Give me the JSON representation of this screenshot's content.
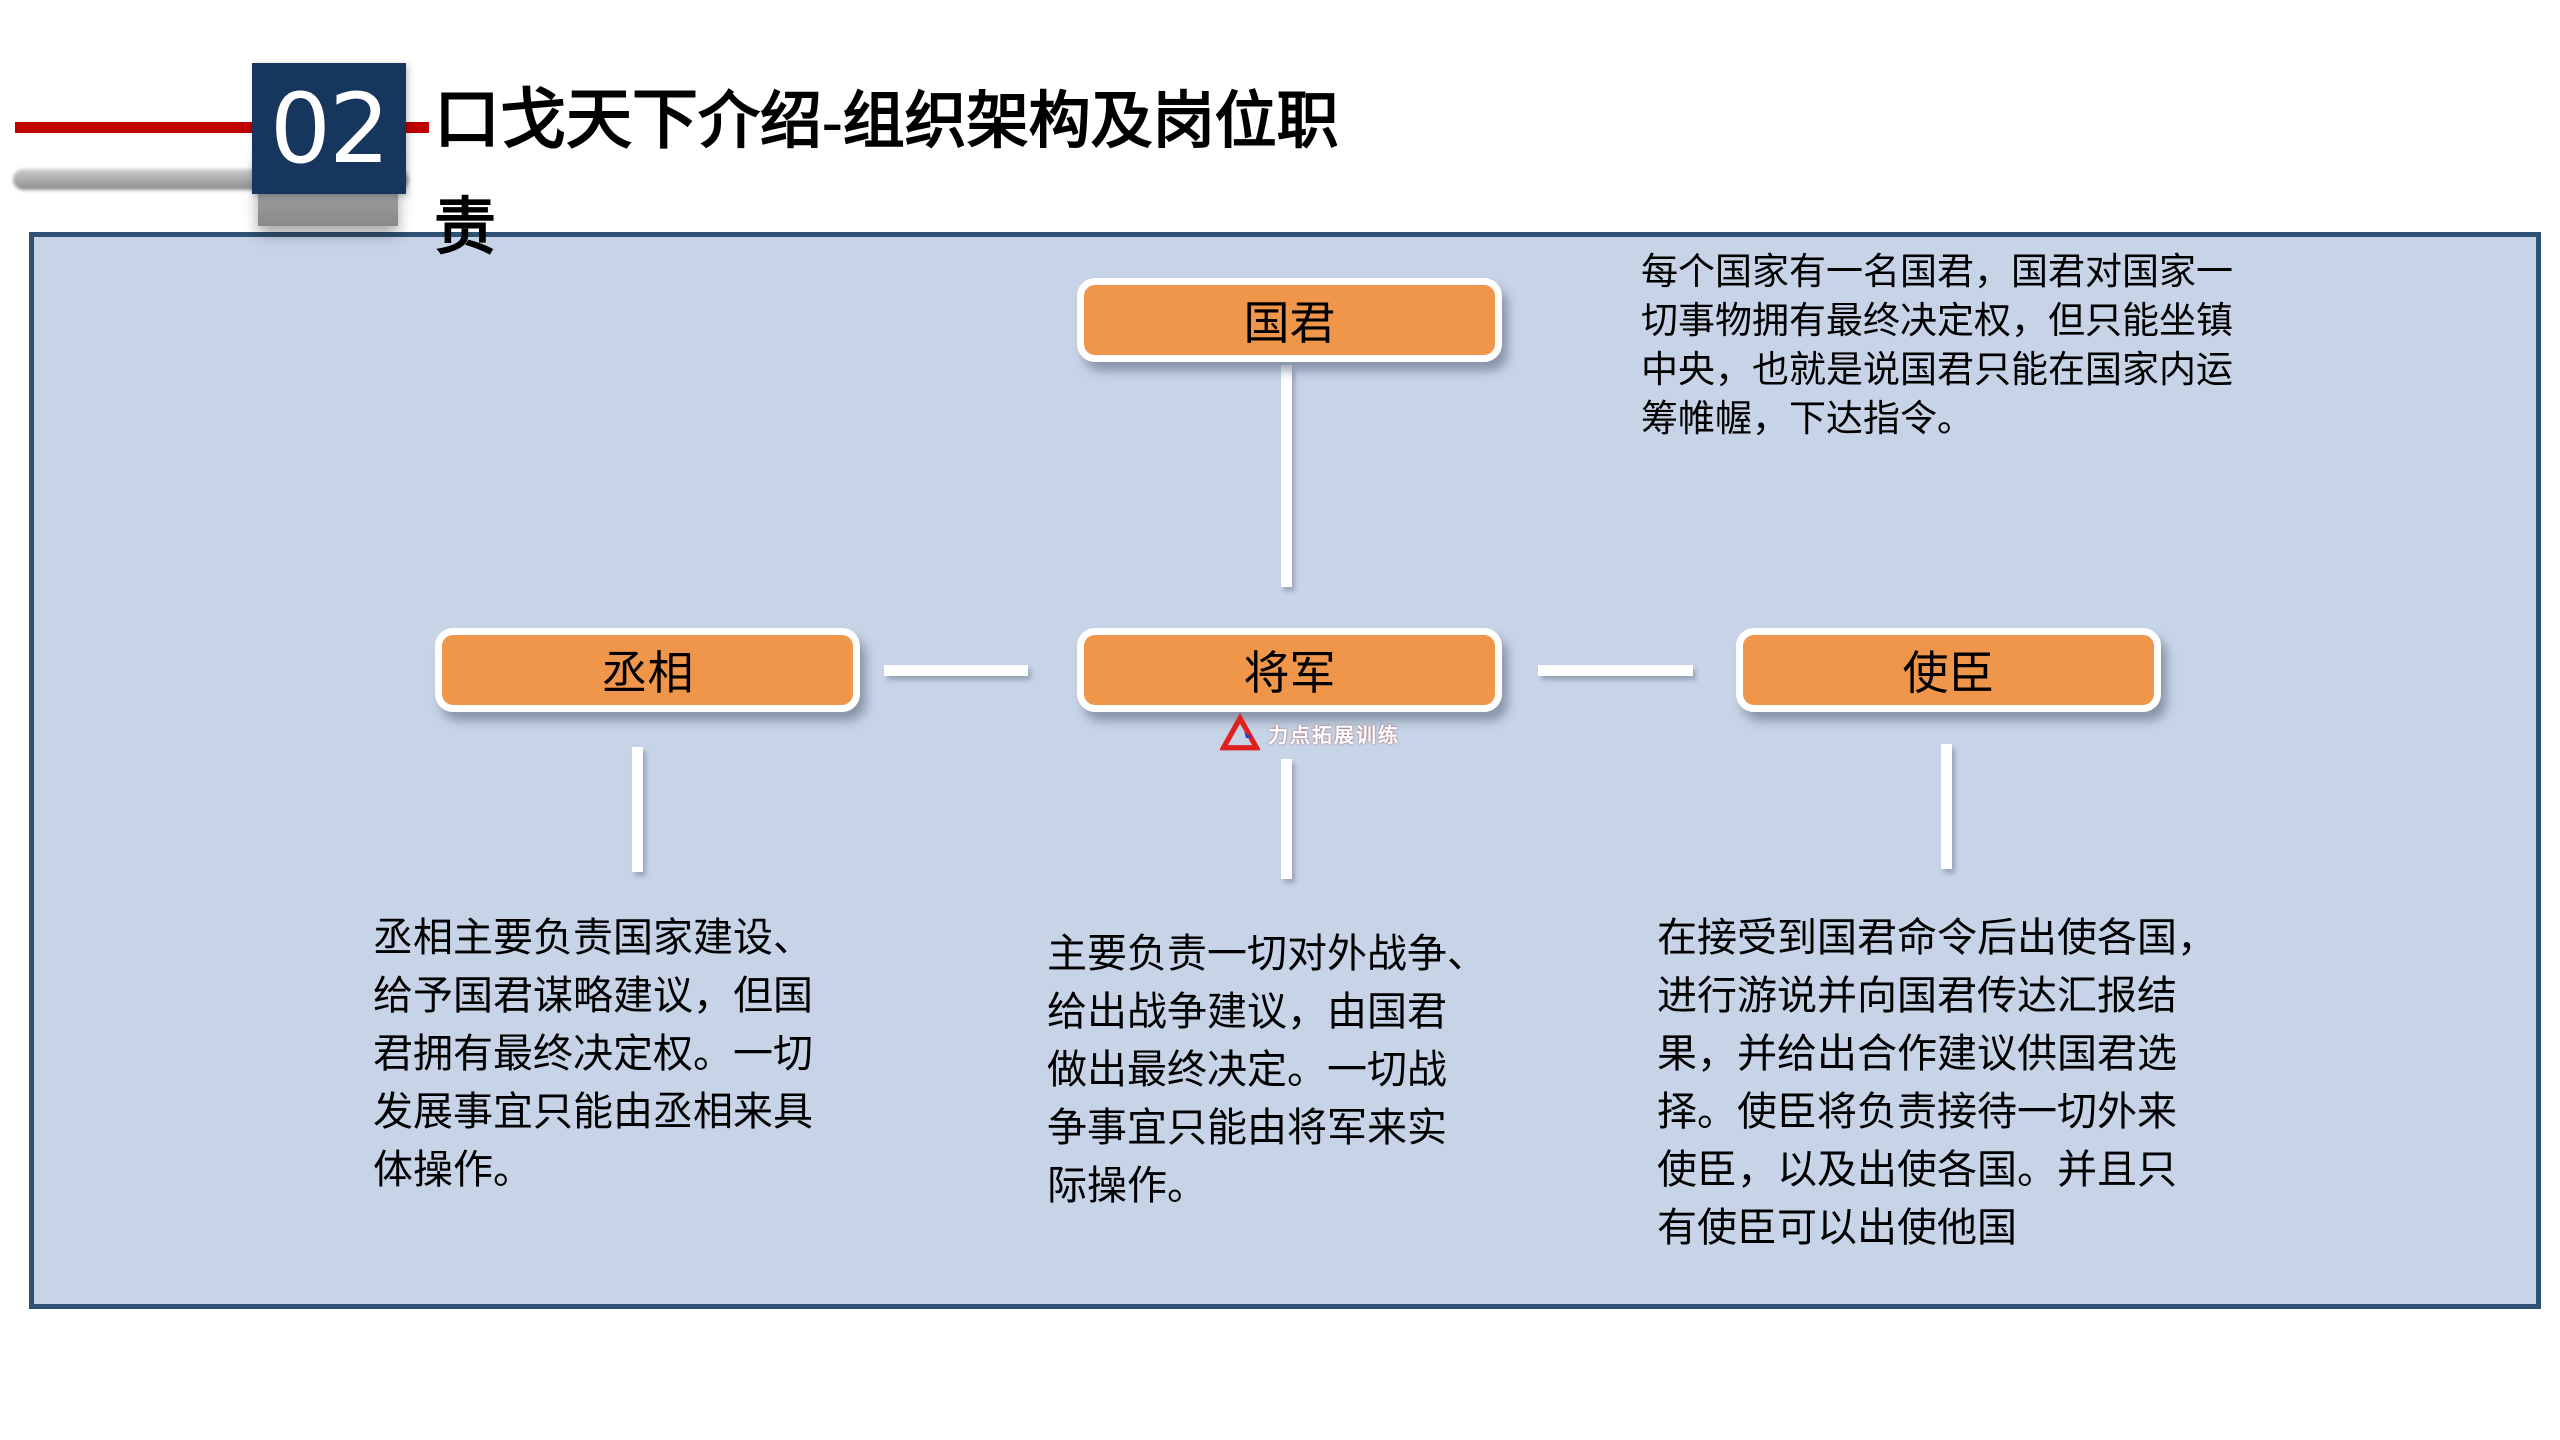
{
  "slide": {
    "section_number": "02",
    "title": {
      "bold": "口戈天下",
      "rest_line1": "介绍-组织架构及岗位职",
      "line2": "责"
    }
  },
  "org_chart": {
    "type": "org-tree",
    "nodes": [
      {
        "id": "monarch",
        "label": "国君"
      },
      {
        "id": "chancellor",
        "label": "丞相"
      },
      {
        "id": "general",
        "label": "将军"
      },
      {
        "id": "envoy",
        "label": "使臣"
      }
    ],
    "edges": [
      [
        "国君",
        "将军"
      ],
      [
        "丞相",
        "将军"
      ],
      [
        "将军",
        "使臣"
      ],
      [
        "丞相",
        "丞相说明"
      ],
      [
        "将军",
        "将军说明"
      ],
      [
        "使臣",
        "使臣说明"
      ]
    ]
  },
  "descriptions": {
    "monarch": "每个国家有一名国君，国君对国家一\n切事物拥有最终决定权，但只能坐镇\n中央，也就是说国君只能在国家内运\n筹帷幄，下达指令。",
    "chancellor": "丞相主要负责国家建设、\n给予国君谋略建议，但国\n君拥有最终决定权。一切\n发展事宜只能由丞相来具\n体操作。",
    "general": "主要负责一切对外战争、\n给出战争建议，由国君\n做出最终决定。一切战\n争事宜只能由将军来实\n际操作。",
    "envoy": "在接受到国君命令后出使各国，\n进行游说并向国君传达汇报结\n果，并给出合作建议供国君选\n择。使臣将负责接待一切外来\n使臣，以及出使各国。并且只\n有使臣可以出使他国"
  },
  "watermark": {
    "text": "力点拓展训练"
  },
  "colors": {
    "node_orange": "#F0964B",
    "panel_bg": "#C7D4E7",
    "panel_border": "#2F5173",
    "number_box_navy": "#17365D",
    "header_red": "#C00000",
    "connector_white": "#FFFFFF",
    "watermark_red": "#E01F1F",
    "watermark_blue": "#2A3FBF"
  }
}
